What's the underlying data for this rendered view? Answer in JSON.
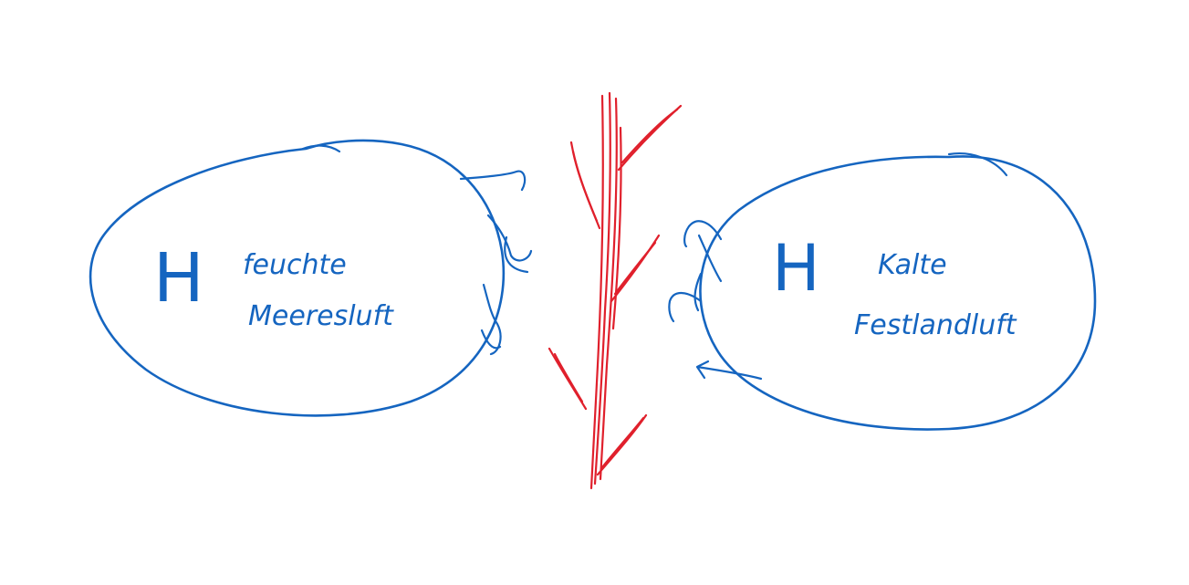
{
  "left_air_mass": {
    "symbol": "H",
    "label_line1": "feuchte",
    "label_line2": "Meeresluft"
  },
  "right_air_mass": {
    "symbol": "H",
    "label_line1": "Kalte",
    "label_line2": "Festlandluft"
  },
  "colors": {
    "air_mass_ink": "#1565c0",
    "front_ink": "#e0202c",
    "background": "#ffffff"
  }
}
